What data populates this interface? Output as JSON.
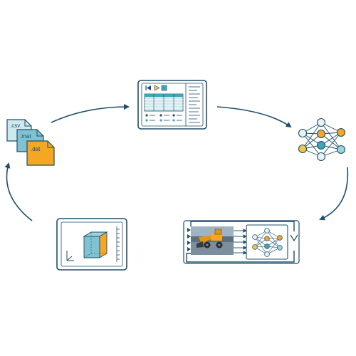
{
  "files": {
    "csv_label": ".csv",
    "mat_label": ".mat",
    "dat_label": ".dat",
    "csv_color": "#cfe8ee",
    "mat_color": "#7fc3d2",
    "dat_color": "#f5a623"
  },
  "colors": {
    "line": "#1f4e6b",
    "teal": "#3ea6b5",
    "teal_light": "#9fd3dc",
    "orange": "#f5a623",
    "yellow": "#f2c744",
    "neural_node_light": "#e7f3f6"
  },
  "icons": {
    "data_files": "data-files-icon",
    "data_app": "data-preparation-app-icon",
    "neural_network": "neural-network-icon",
    "simulation": "simulation-neural-network-icon",
    "design_model": "3d-cube-model-icon"
  }
}
